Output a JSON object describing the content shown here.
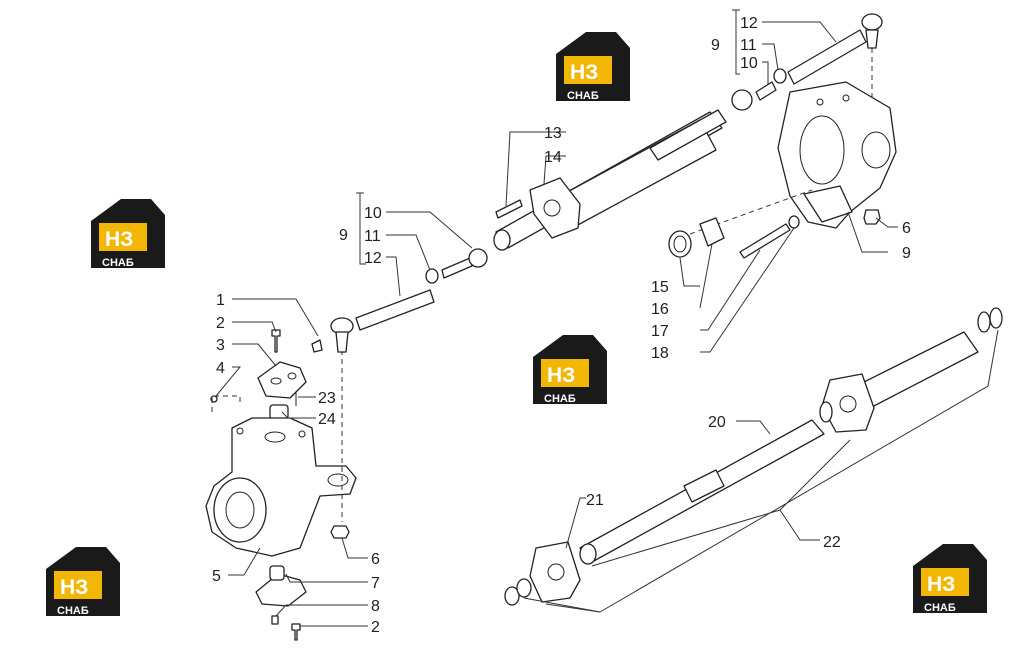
{
  "logo": {
    "letters": "НЗ",
    "caption": "СНАБ",
    "accent": "#f2b705",
    "dark": "#1a1a1a"
  },
  "callouts": [
    {
      "id": "c1",
      "text": "1"
    },
    {
      "id": "c2a",
      "text": "2"
    },
    {
      "id": "c3",
      "text": "3"
    },
    {
      "id": "c4",
      "text": "4"
    },
    {
      "id": "c5",
      "text": "5"
    },
    {
      "id": "c6a",
      "text": "6"
    },
    {
      "id": "c7",
      "text": "7"
    },
    {
      "id": "c8",
      "text": "8"
    },
    {
      "id": "c2b",
      "text": "2"
    },
    {
      "id": "c23",
      "text": "23"
    },
    {
      "id": "c24",
      "text": "24"
    },
    {
      "id": "c9a",
      "text": "9"
    },
    {
      "id": "c10a",
      "text": "10"
    },
    {
      "id": "c11a",
      "text": "11"
    },
    {
      "id": "c12a",
      "text": "12"
    },
    {
      "id": "c13",
      "text": "13"
    },
    {
      "id": "c14",
      "text": "14"
    },
    {
      "id": "c9b",
      "text": "9"
    },
    {
      "id": "c12b",
      "text": "12"
    },
    {
      "id": "c11b",
      "text": "11"
    },
    {
      "id": "c10b",
      "text": "10"
    },
    {
      "id": "c6b",
      "text": "6"
    },
    {
      "id": "c9c",
      "text": "9"
    },
    {
      "id": "c15",
      "text": "15"
    },
    {
      "id": "c16",
      "text": "16"
    },
    {
      "id": "c17",
      "text": "17"
    },
    {
      "id": "c18",
      "text": "18"
    },
    {
      "id": "c20",
      "text": "20"
    },
    {
      "id": "c21",
      "text": "21"
    },
    {
      "id": "c22",
      "text": "22"
    }
  ]
}
